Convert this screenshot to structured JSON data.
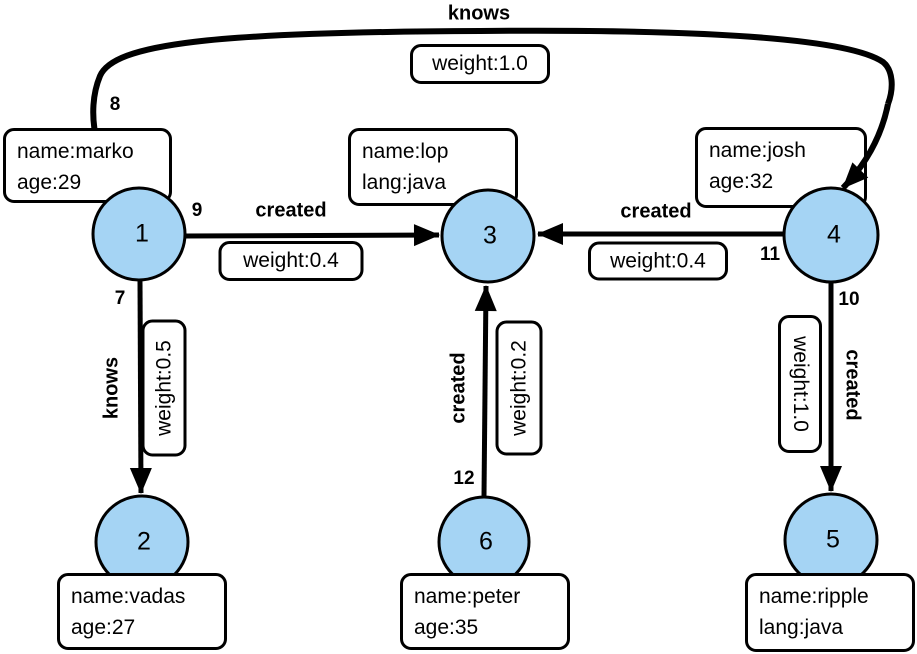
{
  "nodes": [
    {
      "num": "1",
      "props": [
        "name:marko",
        "age:29"
      ]
    },
    {
      "num": "2",
      "props": [
        "name:vadas",
        "age:27"
      ]
    },
    {
      "num": "3",
      "props": [
        "name:lop",
        "lang:java"
      ]
    },
    {
      "num": "4",
      "props": [
        "name:josh",
        "age:32"
      ]
    },
    {
      "num": "5",
      "props": [
        "name:ripple",
        "lang:java"
      ]
    },
    {
      "num": "6",
      "props": [
        "name:peter",
        "age:35"
      ]
    }
  ],
  "edges": [
    {
      "num": "7",
      "label": "knows",
      "weight": "weight:0.5",
      "from": "1",
      "to": "2"
    },
    {
      "num": "8",
      "label": "knows",
      "weight": "weight:1.0",
      "from": "1",
      "to": "4"
    },
    {
      "num": "9",
      "label": "created",
      "weight": "weight:0.4",
      "from": "1",
      "to": "3"
    },
    {
      "num": "10",
      "label": "created",
      "weight": "weight:1.0",
      "from": "4",
      "to": "5"
    },
    {
      "num": "11",
      "label": "created",
      "weight": "weight:0.4",
      "from": "4",
      "to": "3"
    },
    {
      "num": "12",
      "label": "created",
      "weight": "weight:0.2",
      "from": "6",
      "to": "3"
    }
  ],
  "colors": {
    "node_fill": "#a5d4f4",
    "line": "#000000",
    "box_fill": "#ffffff"
  }
}
